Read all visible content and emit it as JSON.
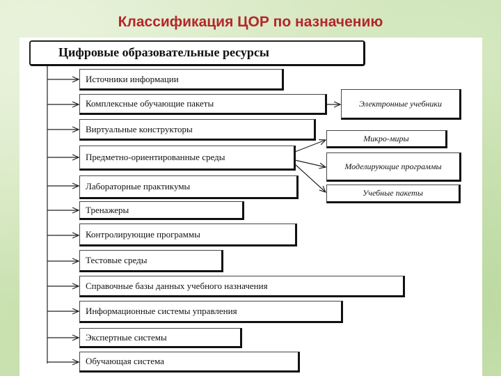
{
  "title": "Классификация ЦОР по назначению",
  "root": "Цифровые образовательные ресурсы",
  "items": [
    "Источники информации",
    "Комплексные обучающие пакеты",
    "Виртуальные конструкторы",
    "Предметно-ориентированные среды",
    "Лабораторные практикумы",
    "Тренажеры",
    "Контролирующие программы",
    "Тестовые среды",
    "Справочные базы данных учебного назначения",
    "Информационные системы управления",
    "Экспертные системы",
    "Обучающая система"
  ],
  "sub_textbooks": "Электронные учебники",
  "sub_items": [
    "Микро-миры",
    "Моделирующие программы",
    "Учебные пакеты"
  ]
}
